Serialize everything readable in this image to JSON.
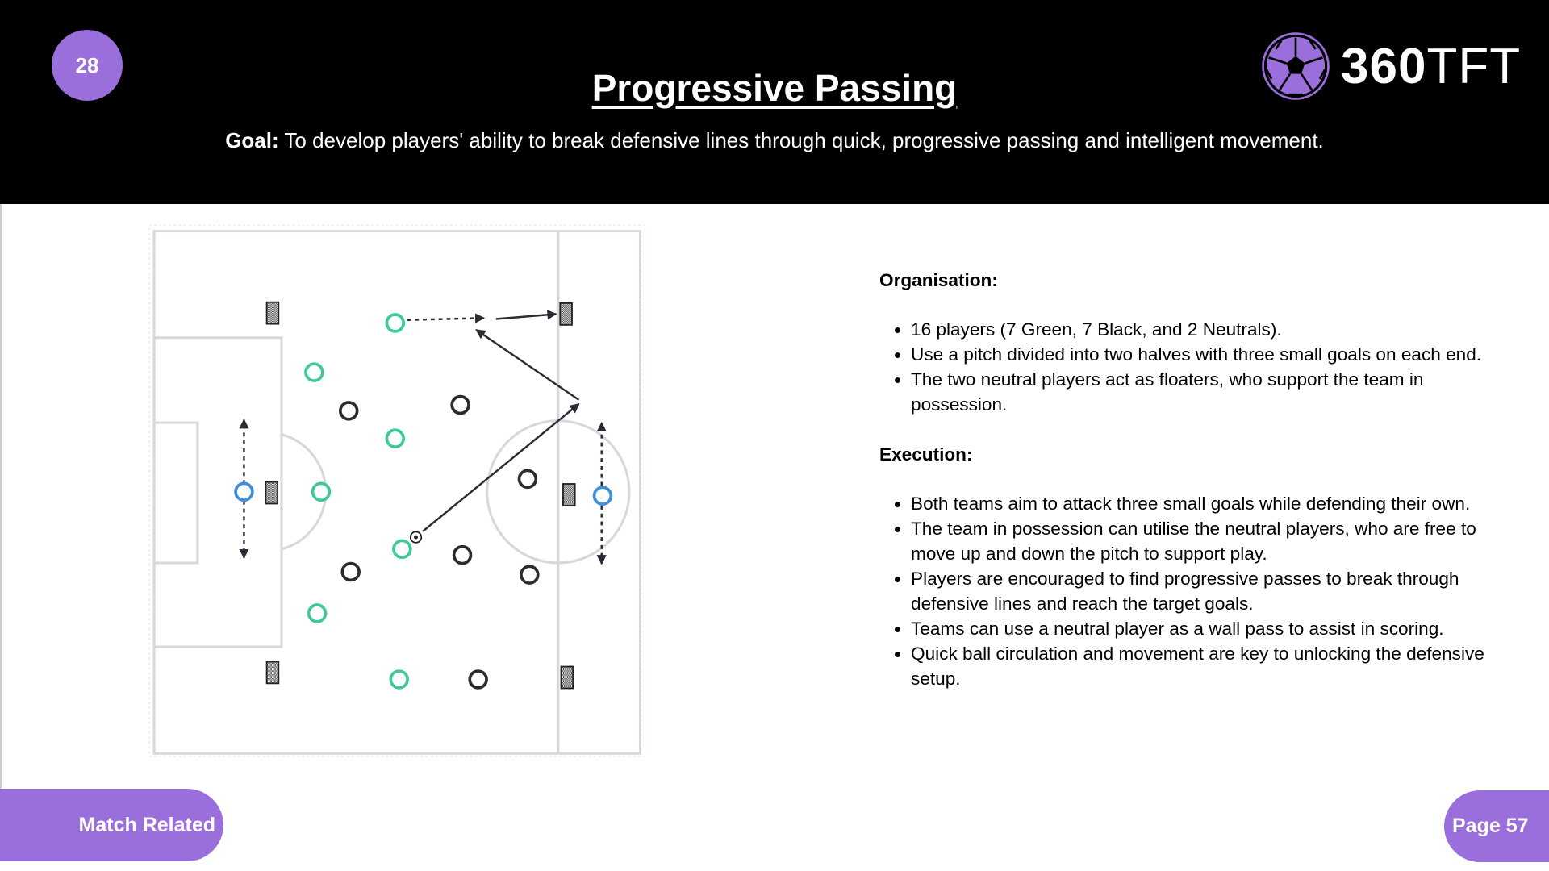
{
  "header": {
    "drill_number": "28",
    "title": "Progressive Passing",
    "goal_label": "Goal:",
    "goal_text": " To develop players' ability to break defensive lines through quick, progressive passing and intelligent movement.",
    "logo": {
      "bold": "360",
      "light": "TFT",
      "icon": "soccer-ball-icon"
    }
  },
  "diagram": {
    "teams": {
      "green": 7,
      "black": 7,
      "neutral": 2
    },
    "small_goals_per_end": 3,
    "colors": {
      "green": "#3ec99a",
      "black": "#2b2b2b",
      "neutral": "#3b8fe0",
      "lines": "#d8d8dc",
      "accent": "#9a6fdc"
    }
  },
  "organisation": {
    "heading": "Organisation:",
    "items": [
      "16 players (7 Green, 7 Black, and 2 Neutrals).",
      "Use a pitch divided into two halves with three small goals on each end.",
      "The two neutral players act as floaters, who support the team in possession."
    ]
  },
  "execution": {
    "heading": "Execution:",
    "items": [
      "Both teams aim to attack three small goals while defending their own.",
      "The team in possession can utilise the neutral players, who are free to move up and down the pitch to support play.",
      "Players are encouraged to find progressive passes to break through defensive lines and reach the target goals.",
      "Teams can use a neutral player as a wall pass to assist in scoring.",
      "Quick ball circulation and movement are key to unlocking the defensive setup."
    ]
  },
  "footer": {
    "category": "Match Related",
    "page": "Page 57"
  }
}
